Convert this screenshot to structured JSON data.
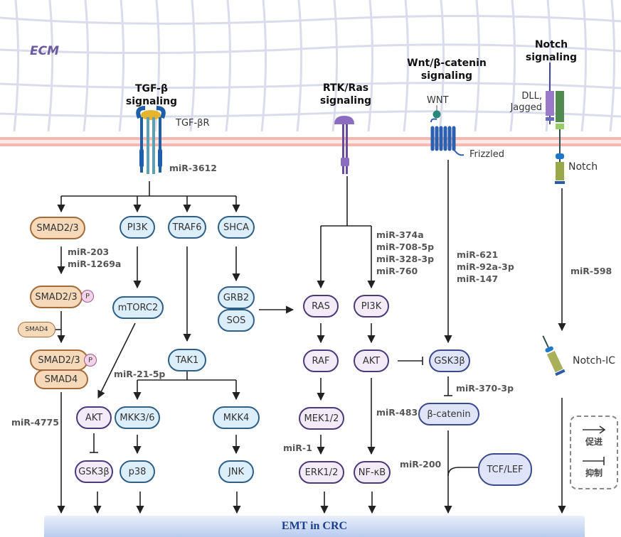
{
  "ecm_label": "ECM",
  "pathways": {
    "tgf": {
      "title_line1": "TGF-β",
      "title_line2": "signaling",
      "receptor": "TGF-βR",
      "receptor_mir": "miR-3612"
    },
    "rtk": {
      "title_line1": "RTK/Ras",
      "title_line2": "signaling"
    },
    "wnt": {
      "title_line1": "Wnt/β-catenin",
      "title_line2": "signaling",
      "ligand": "WNT",
      "receptor": "Frizzled"
    },
    "notch": {
      "title_line1": "Notch",
      "title_line2": "signaling",
      "ligand_line1": "DLL,",
      "ligand_line2": "Jagged",
      "receptor": "Notch",
      "intracellular": "Notch-IC"
    }
  },
  "nodes": {
    "smad23": "SMAD2/3",
    "smad23p": "SMAD2/3",
    "smad4_small": "SMAD4",
    "smad23p_complex": "SMAD2/3",
    "smad4_complex": "SMAD4",
    "phospho": "P",
    "pi3k_tgf": "PI3K",
    "traf6": "TRAF6",
    "shca": "SHCA",
    "mtorc2": "mTORC2",
    "grb2": "GRB2",
    "sos": "SOS",
    "tak1": "TAK1",
    "akt_tgf": "AKT",
    "mkk36": "MKK3/6",
    "mkk4": "MKK4",
    "gsk3b_tgf": "GSK3β",
    "p38": "p38",
    "jnk": "JNK",
    "ras": "RAS",
    "pi3k_rtk": "PI3K",
    "raf": "RAF",
    "akt_rtk": "AKT",
    "mek12": "MEK1/2",
    "erk12": "ERK1/2",
    "nfkb": "NF-κB",
    "gsk3b_wnt": "GSK3β",
    "bcatenin": "β-catenin",
    "tcflef": "TCF/LEF"
  },
  "mirnas": {
    "smad": "miR-203\nmiR-1269a",
    "mir4775": "miR-4775",
    "mir21": "miR-21-5p",
    "rtk_pi3k": "miR-374a\nmiR-708-5p\nmiR-328-3p\nmiR-760",
    "mir1": "miR-1",
    "mir483": "miR-483",
    "wnt": "miR-621\nmiR-92a-3p\nmiR-147",
    "mir370": "miR-370-3p",
    "mir200": "miR-200",
    "mir598": "miR-598"
  },
  "outcome": "EMT in CRC",
  "legend": {
    "promote": "促进",
    "inhibit": "抑制"
  },
  "colors": {
    "membrane": "#f4b8b0",
    "ecm_grid": "#d6d9ec",
    "tan_node": "#f5d9b8",
    "blue_node": "#dceefa",
    "purple_node": "#f3ecf8",
    "emt_text": "#1d3f8a"
  }
}
